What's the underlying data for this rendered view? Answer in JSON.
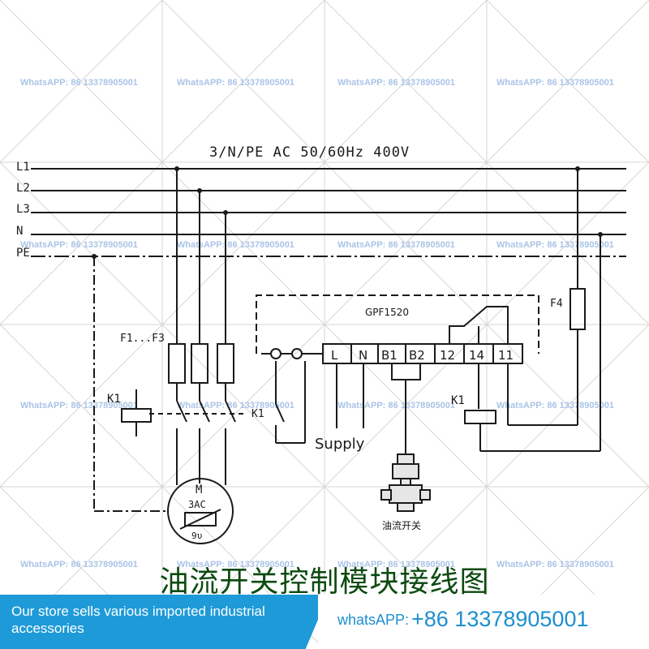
{
  "watermark": "WhatsAPP: 86 13378905001",
  "diagram": {
    "supply_spec": "3/N/PE AC 50/60Hz 400V",
    "bus_labels": [
      "L1",
      "L2",
      "L3",
      "N",
      "PE"
    ],
    "fuse_label": "F1...F3",
    "fuse4_label": "F4",
    "module_name": "GPF1520",
    "terminals": [
      "L",
      "N",
      "B1",
      "B2",
      "12",
      "14",
      "11"
    ],
    "contactor_left": "K1",
    "contact_label": "K1",
    "contactor_right": "K1",
    "supply_label": "Supply",
    "motor": {
      "line1": "M",
      "line2": "3AC",
      "thermal": "9υ"
    },
    "sensor_label": "油流开关"
  },
  "caption": "油流开关控制模块接线图",
  "banner": {
    "store_text": "Our store sells various imported industrial accessories",
    "whatsapp_label": "whatsAPP:",
    "whatsapp_number": "+86 13378905001"
  },
  "colors": {
    "banner_blue": "#1e9ad8",
    "caption_green": "#0c4a10",
    "watermark": "#aac4e6",
    "line": "#1a1a1a"
  }
}
